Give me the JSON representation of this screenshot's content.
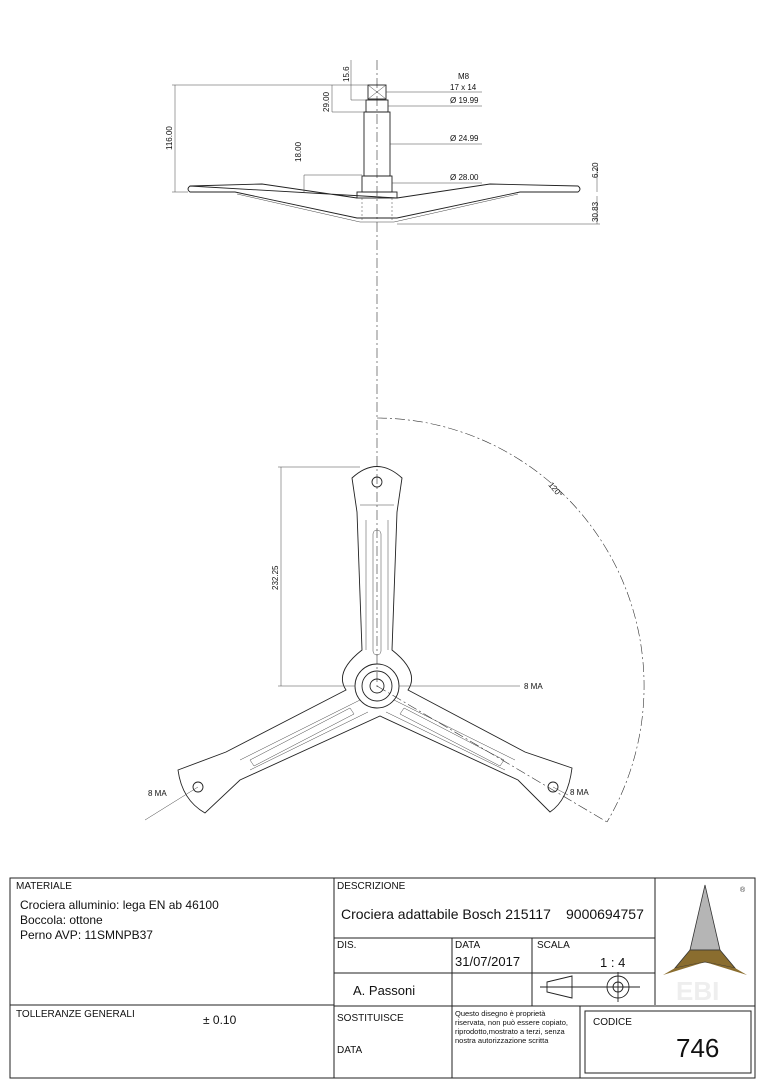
{
  "drawing": {
    "side_view_dimensions": {
      "overall_height": "116.00",
      "head_height": "15.6",
      "shaft_upper": "29.00",
      "hub_height": "18.00",
      "thread": "M8",
      "square": "17 x 14",
      "dia_1": "Ø 19.99",
      "dia_2": "Ø 24.99",
      "dia_3": "Ø 28.00",
      "plate_thickness": "6.20",
      "hub_depth": "30.83"
    },
    "plan_view_dimensions": {
      "arm_length": "232.25",
      "angle": "120°",
      "hole_center": "8 MA",
      "hole_left": "8 MA",
      "hole_right": "8 MA"
    }
  },
  "title_block": {
    "materiale_label": "MATERIALE",
    "materiale_lines": [
      "Crociera alluminio: lega EN ab 46100",
      "Boccola: ottone",
      "Perno AVP: 11SMNPB37"
    ],
    "tolleranze_label": "TOLLERANZE GENERALI",
    "tolleranze_value": "± 0.10",
    "descrizione_label": "DESCRIZIONE",
    "descrizione_value": "Crociera adattabile Bosch 215117",
    "descrizione_code": "9000694757",
    "dis_label": "DIS.",
    "dis_value": "A. Passoni",
    "data_label": "DATA",
    "data_value": "31/07/2017",
    "scala_label": "SCALA",
    "scala_value": "1 : 4",
    "sostituisce_label": "SOSTITUISCE",
    "sostituisce_data_label": "DATA",
    "notice": "Questo disegno è proprietà riservata, non può essere copiato, riprodotto,mostrato a terzi, senza nostra autorizzazione scritta",
    "codice_label": "CODICE",
    "codice_value": "746",
    "logo_text": "EBI",
    "logo_mark": "®"
  },
  "colors": {
    "logo_gold": "#8a6d2f",
    "logo_gray": "#b0b0b0"
  }
}
